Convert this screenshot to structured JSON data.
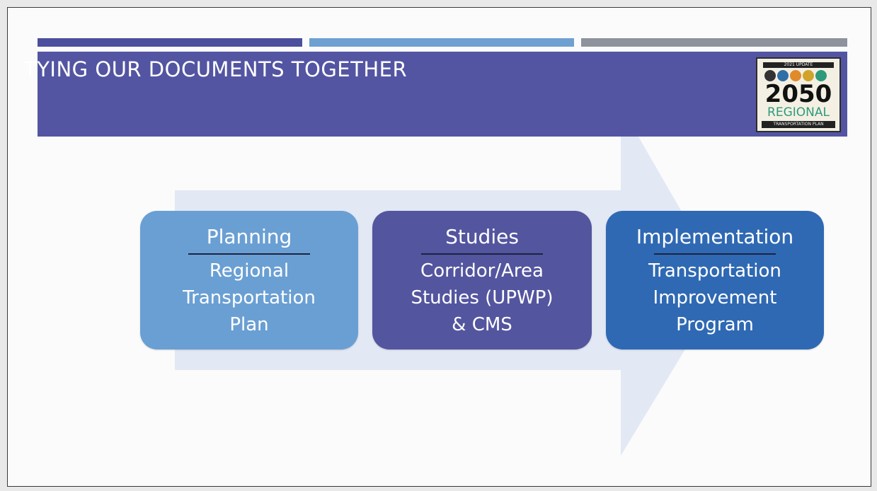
{
  "slide": {
    "title": "TYING OUR DOCUMENTS TOGETHER",
    "colors": {
      "bar1": "#4b4f9e",
      "bar2": "#6ea0d2",
      "bar3": "#8e929c",
      "title_band": "#5355a2",
      "arrow": "#dfe5f3"
    }
  },
  "logo": {
    "top_text": "2021 UPDATE",
    "year": "2050",
    "regional": "REGIONAL",
    "bottom_text": "TRANSPORTATION PLAN",
    "icons": [
      "car-icon",
      "bus-icon",
      "bike-icon",
      "walk-icon",
      "train-icon"
    ]
  },
  "stages": [
    {
      "heading": "Planning",
      "lines": [
        "Regional",
        "Transportation",
        "Plan"
      ],
      "color": "#6a9fd3"
    },
    {
      "heading": "Studies",
      "lines": [
        "Corridor/Area",
        "Studies (UPWP)",
        "& CMS"
      ],
      "color": "#54559f"
    },
    {
      "heading": "Implementation",
      "lines": [
        "Transportation",
        "Improvement",
        "Program"
      ],
      "color": "#2f69b3"
    }
  ]
}
